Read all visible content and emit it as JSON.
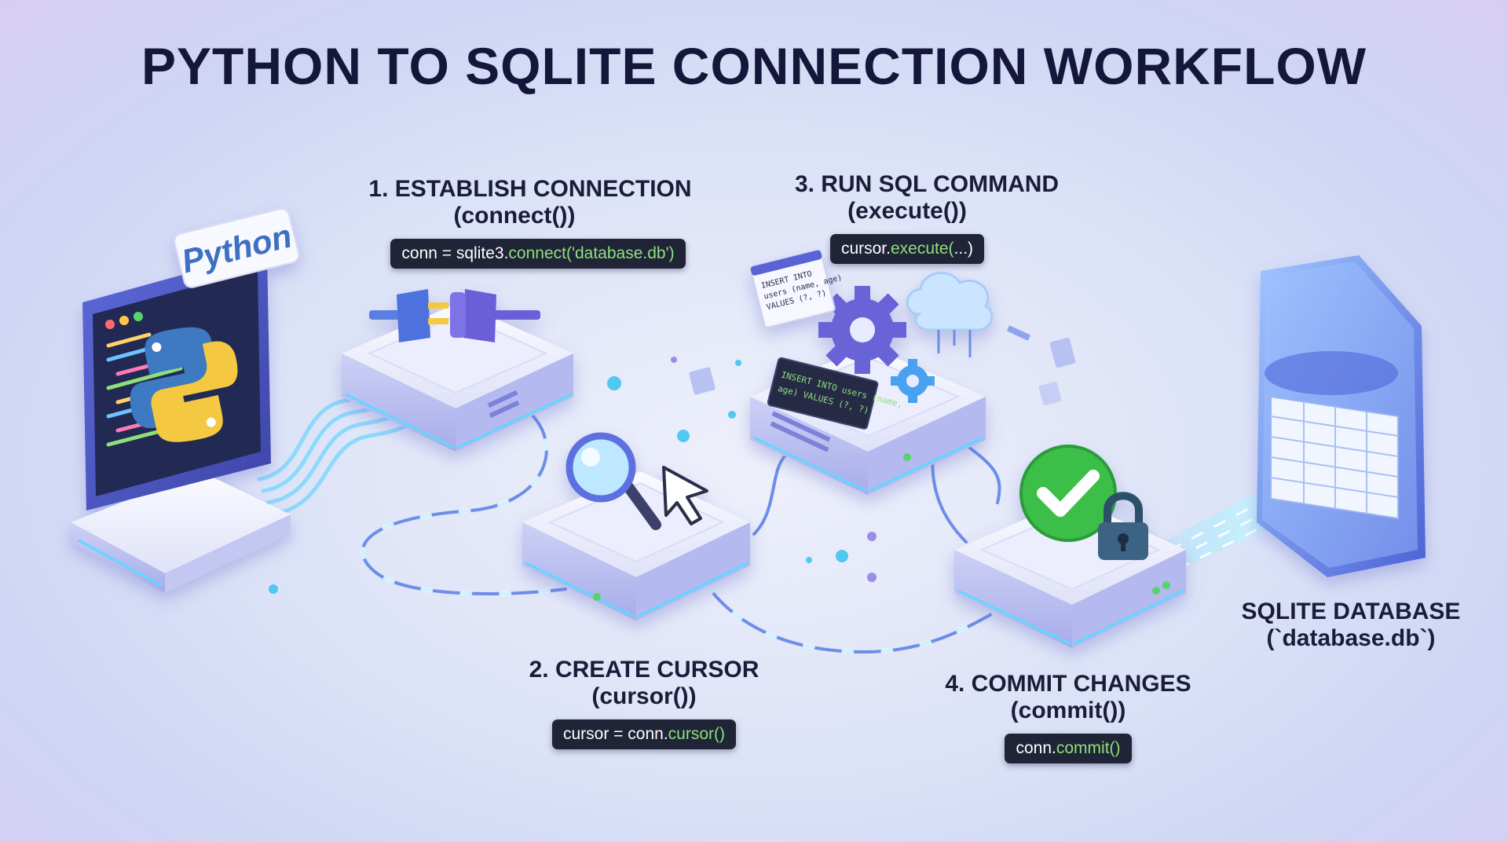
{
  "title": "PYTHON TO SQLITE CONNECTION WORKFLOW",
  "python_badge": "Python",
  "steps": [
    {
      "name": "1. ESTABLISH CONNECTION",
      "fn": "(connect())",
      "code_pre": "conn = sqlite3.",
      "code_hl": "connect('database.db')",
      "code_post": ""
    },
    {
      "name": "2. CREATE CURSOR",
      "fn": "(cursor())",
      "code_pre": "cursor = conn.",
      "code_hl": "cursor()",
      "code_post": ""
    },
    {
      "name": "3. RUN SQL COMMAND",
      "fn": "(execute())",
      "code_pre": "cursor.",
      "code_hl": "execute(",
      "code_post": "...)"
    },
    {
      "name": "4. COMMIT CHANGES",
      "fn": "(commit())",
      "code_pre": "conn.",
      "code_hl": "commit()",
      "code_post": ""
    }
  ],
  "sql_note": {
    "line1": "INSERT INTO",
    "line2": "users (name, age)",
    "line3": "VALUES (?, ?)"
  },
  "sql_screen": {
    "line1": "INSERT INTO users (name,",
    "line2": "age) VALUES (?, ?)"
  },
  "database": {
    "line1": "SQLITE DATABASE",
    "line2": "(`database.db`)"
  },
  "colors": {
    "accent_cyan": "#4fd3f5",
    "code_bg": "#1f2437",
    "code_highlight": "#8ee07a",
    "python_blue": "#3d7ac2",
    "python_yellow": "#f5c842",
    "check_green": "#3bbf4a",
    "device_white": "#f4f5fd",
    "device_lilac": "#b9bdf0"
  }
}
